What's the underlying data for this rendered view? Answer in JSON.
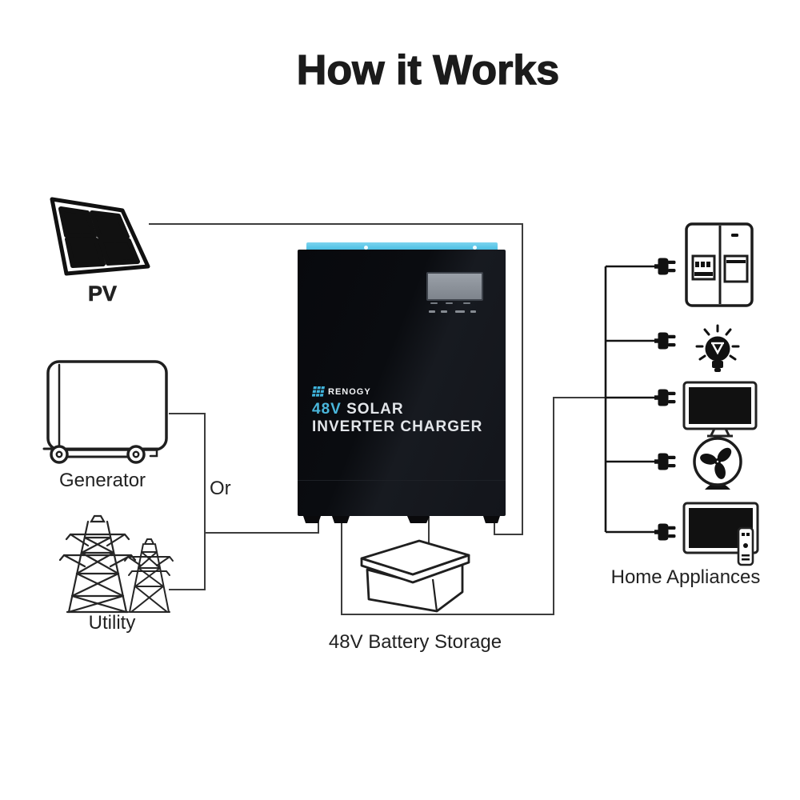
{
  "title": "How it Works",
  "sources": {
    "pv_label": "PV",
    "generator_label": "Generator",
    "or_label": "Or",
    "utility_label": "Utility"
  },
  "inverter": {
    "brand": "RENOGY",
    "voltage": "48V",
    "line1": "SOLAR",
    "line2": "INVERTER CHARGER"
  },
  "battery_label": "48V Battery Storage",
  "appliances_label": "Home Appliances",
  "appliance_icons": [
    "refrigerator",
    "light-bulb",
    "monitor",
    "fan",
    "tv-with-remote"
  ],
  "icons": {
    "plug": "plug-icon",
    "pv": "solar-panel-icon",
    "generator": "generator-icon",
    "utility": "transmission-tower-icon",
    "battery": "battery-icon",
    "brand_logo": "renogy-panel-icon"
  },
  "colors": {
    "accent_cyan": "#5cc6e8",
    "logo_cyan": "#3fb3db",
    "inverter_black": "#0d0f13",
    "wire_gray": "#3c3c3c",
    "wire_black": "#141414",
    "text_dark": "#1d1d1d",
    "lcd_gray": "#8a8f96"
  }
}
